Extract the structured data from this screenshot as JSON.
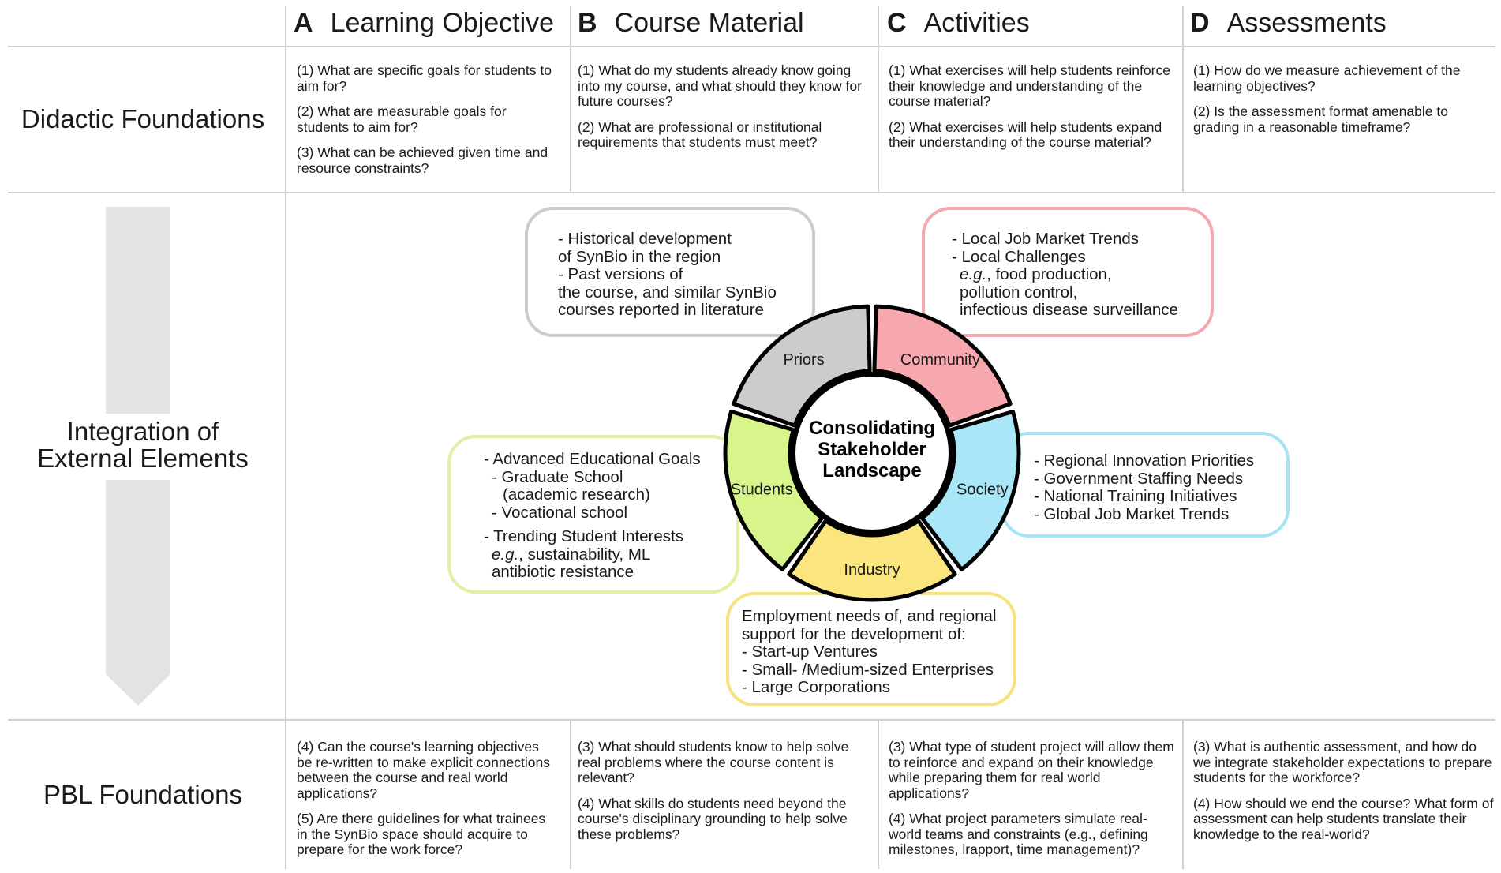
{
  "columns": [
    {
      "letter": "A",
      "title": "Learning Objective"
    },
    {
      "letter": "B",
      "title": "Course Material"
    },
    {
      "letter": "C",
      "title": "Activities"
    },
    {
      "letter": "D",
      "title": "Assessments"
    }
  ],
  "rows": {
    "didactic": "Didactic Foundations",
    "integration_line1": "Integration of",
    "integration_line2": "External Elements",
    "pbl": "PBL Foundations"
  },
  "didactic": {
    "A": [
      "(1) What are specific goals for students to aim for?",
      "(2) What are measurable goals for students to aim for?",
      "(3) What can be achieved given time and resource constraints?"
    ],
    "B": [
      "(1) What do my students already know going into my course, and what should they know for future courses?",
      "(2) What are professional or institutional requirements that students must meet?"
    ],
    "C": [
      "(1) What exercises will help students reinforce their knowledge and understanding of the course material?",
      "(2) What exercises will help students expand their understanding of the course material?"
    ],
    "D": [
      "(1) How do we measure achievement of the learning objectives?",
      "(2) Is the assessment format amenable to grading in a reasonable timeframe?"
    ]
  },
  "pbl": {
    "A": [
      "(4) Can the course's learning objectives be re-written to make explicit connections between the course and real world applications?",
      "(5) Are there guidelines for what trainees in the SynBio space should acquire to prepare for the work force?"
    ],
    "B": [
      "(3) What should students know to help solve real problems where the course content is relevant?",
      "(4) What skills do students need beyond the course's disciplinary grounding to help solve these problems?"
    ],
    "C": [
      "(3) What type of student project will allow them to reinforce and expand on their knowledge while preparing them for real world applications?",
      "(4) What project parameters simulate real-world teams and constraints (e.g., defining milestones, lrapport, time management)?"
    ],
    "D": [
      "(3) What is authentic assessment, and how do we integrate stakeholder expectations to prepare students for the workforce?",
      "(4) How should we end the course? What form of assessment can help students translate their knowledge to the real-world?"
    ]
  },
  "wheel": {
    "center_line1": "Consolidating",
    "center_line2": "Stakeholder",
    "center_line3": "Landscape",
    "segments": [
      {
        "label": "Priors",
        "color": "#cccccc"
      },
      {
        "label": "Community",
        "color": "#f7a7ae"
      },
      {
        "label": "Society",
        "color": "#a8e6f8"
      },
      {
        "label": "Industry",
        "color": "#fbe57f"
      },
      {
        "label": "Students",
        "color": "#d7f58b"
      }
    ]
  },
  "boxes": {
    "priors": {
      "border": "#cccccc",
      "lines": [
        "- Historical development",
        "of SynBio in the region",
        "- Past versions of",
        "the course, and similar SynBio",
        "courses reported in literature"
      ]
    },
    "community": {
      "border": "#f4a9b0",
      "line1": "- Local Job Market Trends",
      "line2": "- Local Challenges",
      "eg": "e.g.",
      "line3_rest": ", food production,",
      "line4": "pollution control,",
      "line5": "infectious disease surveillance"
    },
    "society": {
      "border": "#a8e3f5",
      "lines": [
        "- Regional Innovation Priorities",
        "- Government Staffing Needs",
        "- National Training Initiatives",
        "- Global Job Market Trends"
      ]
    },
    "industry": {
      "border": "#f8e27e",
      "lines": [
        "Employment needs of, and regional",
        "support for the development of:",
        "- Start-up Ventures",
        "- Small- /Medium-sized Enterprises",
        "- Large Corporations"
      ]
    },
    "students": {
      "border": "#dff2a3",
      "line1": "- Advanced Educational Goals",
      "line2": "- Graduate School",
      "line3": "(academic research)",
      "line4": "- Vocational school",
      "line5": "- Trending Student Interests",
      "eg": "e.g.",
      "line6_rest": ", sustainability, ML",
      "line7": "antibiotic resistance"
    }
  }
}
